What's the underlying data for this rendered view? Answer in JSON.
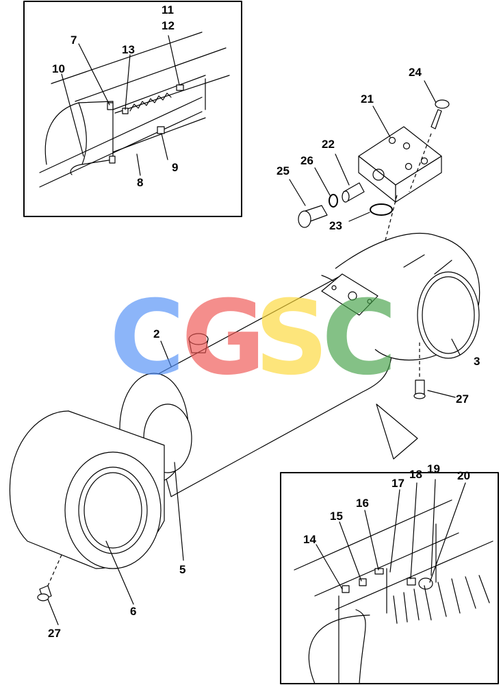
{
  "callouts": {
    "c1": "11",
    "c2": "12",
    "c3": "7",
    "c4": "13",
    "c5": "10",
    "c6": "9",
    "c7": "8",
    "c8": "24",
    "c9": "21",
    "c10": "22",
    "c11": "26",
    "c12": "25",
    "c13": "23",
    "c14": "2",
    "c15": "3",
    "c16": "27",
    "c17": "5",
    "c18": "6",
    "c19": "27",
    "c20": "17",
    "c21": "18",
    "c22": "19",
    "c23": "20",
    "c24": "16",
    "c25": "15",
    "c26": "14"
  },
  "watermark": {
    "letters": [
      "C",
      "G",
      "S",
      "C"
    ],
    "colors": [
      "#4f8ef7",
      "#ef5350",
      "#fdd835",
      "#43a047"
    ]
  }
}
